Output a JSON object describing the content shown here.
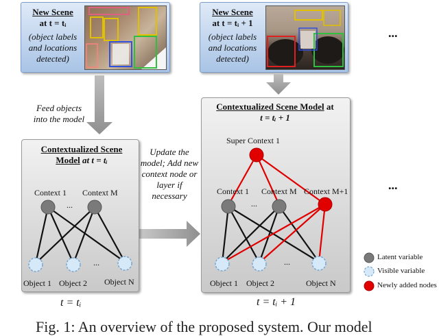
{
  "scene_left": {
    "title": "New Scene",
    "time": "at t = tᵢ",
    "note": "(object labels and locations detected)"
  },
  "scene_right": {
    "title": "New Scene",
    "time": "at t = tᵢ + 1",
    "note": "(object labels and locations detected)"
  },
  "ellipsis_top": "...",
  "ellipsis_mid": "...",
  "feed_note": "Feed objects into the model",
  "update_note": "Update the model; Add new context node or layer if necessary",
  "model_left": {
    "title": "Contextualized Scene",
    "title2": "Model",
    "time": "at t = tᵢ",
    "context1": "Context 1",
    "contextM": "Context M",
    "object1": "Object 1",
    "object2": "Object 2",
    "objectN": "Object N",
    "dots": "..."
  },
  "model_right": {
    "title": "Contextualized Scene Model",
    "time_a": "at",
    "time_b": "t = tᵢ + 1",
    "super": "Super Context 1",
    "context1": "Context 1",
    "contextM": "Context M",
    "contextM1": "Context M+1",
    "object1": "Object 1",
    "object2": "Object 2",
    "objectN": "Object N",
    "dots": "..."
  },
  "bottom_left": "t = tᵢ",
  "bottom_right": "t = tᵢ + 1",
  "legend": {
    "latent": "Latent variable",
    "visible": "Visible variable",
    "new": "Newly added nodes"
  },
  "caption_fragment": "Fig. 1: An overview of the proposed system. Our model",
  "colors": {
    "latent": "#7a7a7a",
    "visible": "#d6e9f8",
    "new": "#e00000",
    "edge": "#111111",
    "new_edge": "#e00000"
  }
}
